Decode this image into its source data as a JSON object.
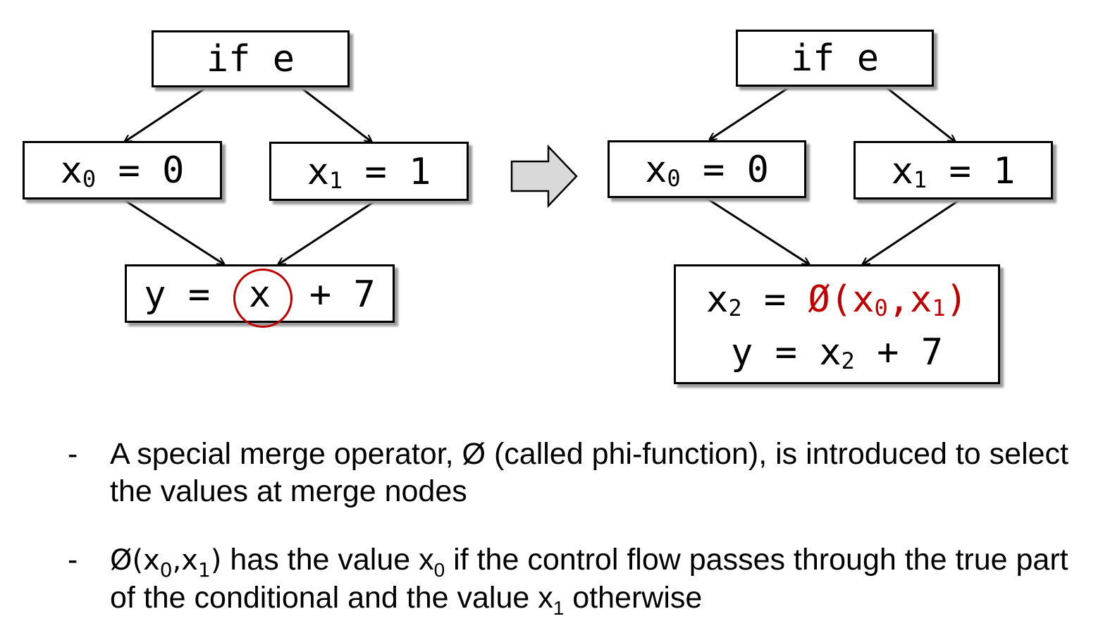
{
  "left_graph": {
    "top_node": {
      "text": "if e"
    },
    "left_node": {
      "var": "x",
      "sub": "0",
      "rest": " = 0"
    },
    "right_node": {
      "var": "x",
      "sub": "1",
      "rest": " = 1"
    },
    "bottom_node": {
      "pre": "y =",
      "var": "x",
      "post": "+ 7"
    }
  },
  "right_graph": {
    "top_node": {
      "text": "if e"
    },
    "left_node": {
      "var": "x",
      "sub": "0",
      "rest": " = 0"
    },
    "right_node": {
      "var": "x",
      "sub": "1",
      "rest": " = 1"
    },
    "bottom_node": {
      "line1": {
        "var": "x",
        "sub": "2",
        "eq": " = ",
        "phi": "Ø(x",
        "phi_sub0": "0",
        "phi_mid": ",x",
        "phi_sub1": "1",
        "phi_end": ")"
      },
      "line2": {
        "pre": "y = x",
        "sub": "2",
        "post": " + 7"
      }
    }
  },
  "bullets": [
    {
      "dash": "-",
      "text": "A special merge operator, Ø (called phi-function), is introduced to select the values at merge nodes"
    },
    {
      "dash": "-",
      "phi": "Ø(x",
      "sub0": "0",
      "mid": ",x",
      "sub1": "1",
      "close": ")",
      "t1": " has the value x",
      "t1_sub": "0",
      "t2": " if the control flow passes through the true part of the conditional and the value x",
      "t2_sub": "1",
      "t3": " otherwise"
    }
  ],
  "colors": {
    "phi_highlight": "#c00000",
    "highlight_circle": "#c00000",
    "arrow_fill": "#d9d9d9"
  }
}
